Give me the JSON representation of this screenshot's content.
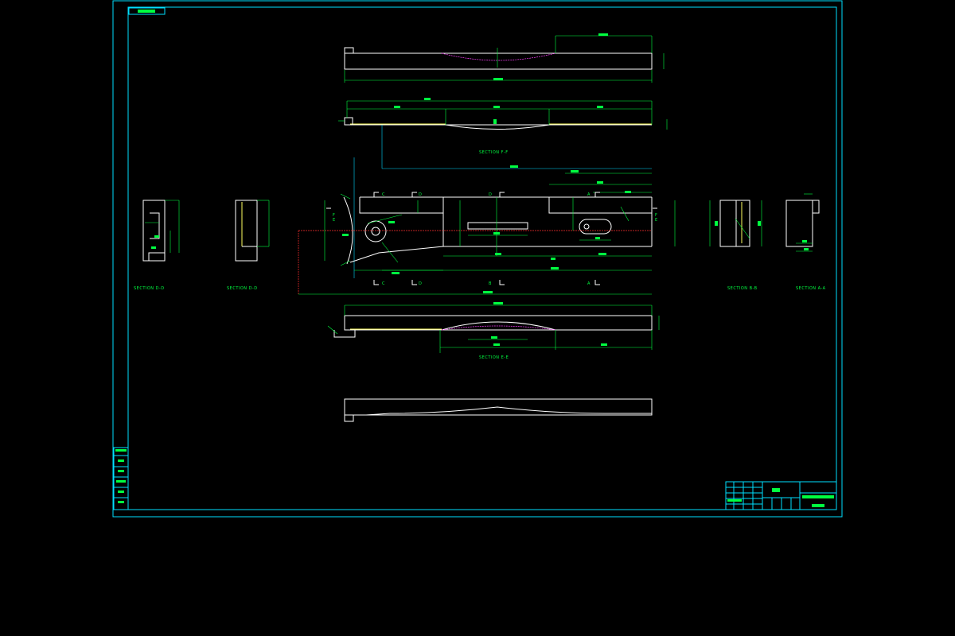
{
  "sections": {
    "ff": "SECTION F-F",
    "ee": "SECTION E-E",
    "dd_left": "SECTION D-D",
    "dd_second": "SECTION D-D",
    "bb": "SECTION B-B",
    "aa": "SECTION A-A"
  },
  "cut_marks": {
    "c": "C",
    "d": "D",
    "b": "B",
    "a": "A",
    "f": "F",
    "e": "E"
  },
  "colors": {
    "frame": "#00e0ff",
    "part": "#ffffff",
    "dimension": "#00ff40",
    "hidden": "#ff40ff",
    "centerline": "#ff3030",
    "highlight": "#ffff60",
    "background": "#000000"
  }
}
